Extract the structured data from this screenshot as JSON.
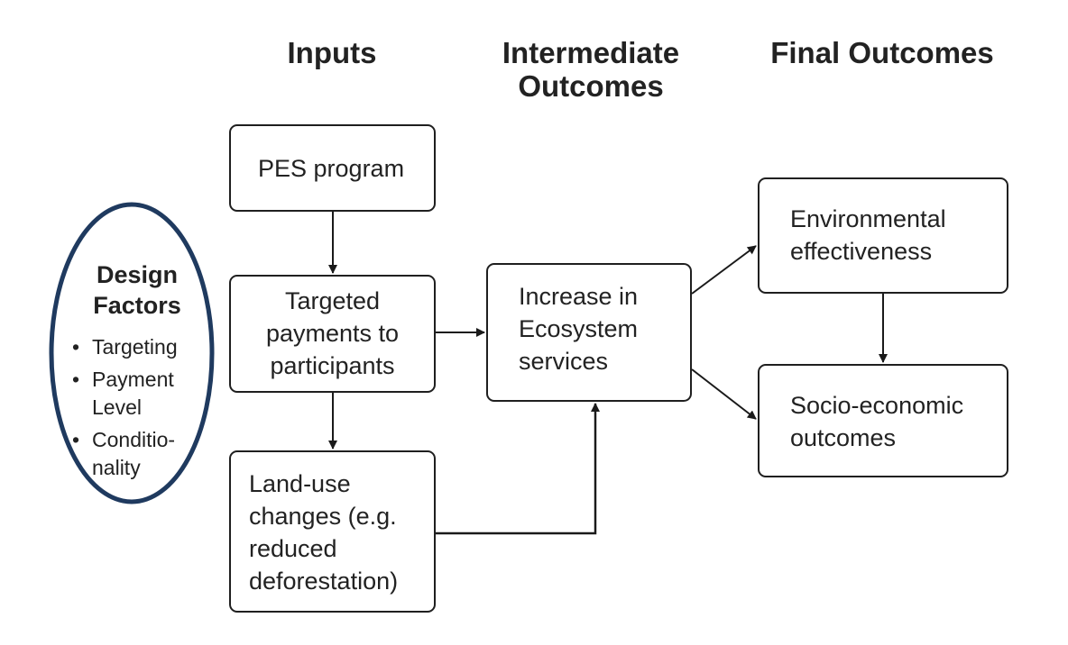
{
  "headers": {
    "inputs": "Inputs",
    "intermediate": "Intermediate Outcomes",
    "final": "Final Outcomes"
  },
  "design_factors": {
    "title": "Design Factors",
    "items": [
      "Targeting",
      "Payment Level",
      "Conditio-nality"
    ]
  },
  "boxes": {
    "pes": "PES program",
    "targeted": "Targeted payments to participants",
    "landuse": "Land-use changes (e.g. reduced deforestation)",
    "increase": "Increase in Ecosystem services",
    "environmental": "Environmental effectiveness",
    "socio": "Socio-economic outcomes"
  },
  "colors": {
    "ellipse_border": "#1f3a5f",
    "box_border": "#1f1f1f",
    "text": "#222222",
    "arrow": "#1a1a1a"
  }
}
